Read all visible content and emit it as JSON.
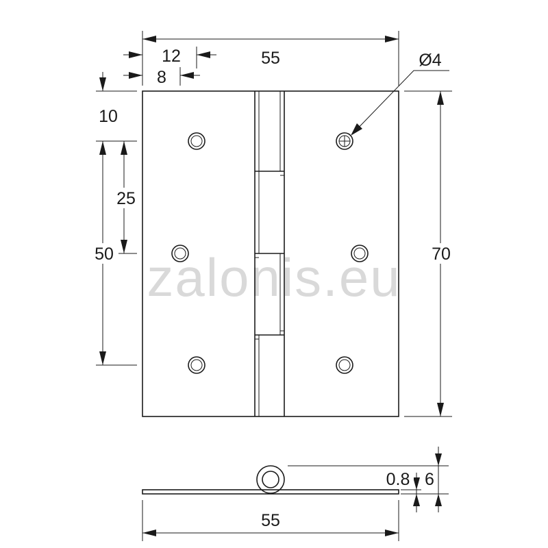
{
  "watermark": "zalonis.eu",
  "dimensions": {
    "overall_width_top": "55",
    "hole_offset_12": "12",
    "hole_offset_8": "8",
    "top_margin": "10",
    "hole_spacing_25": "25",
    "hole_spacing_50": "50",
    "overall_height": "70",
    "hole_diameter": "Ø4",
    "overall_width_bottom": "55",
    "thickness": "0.8",
    "knuckle_height": "6"
  }
}
